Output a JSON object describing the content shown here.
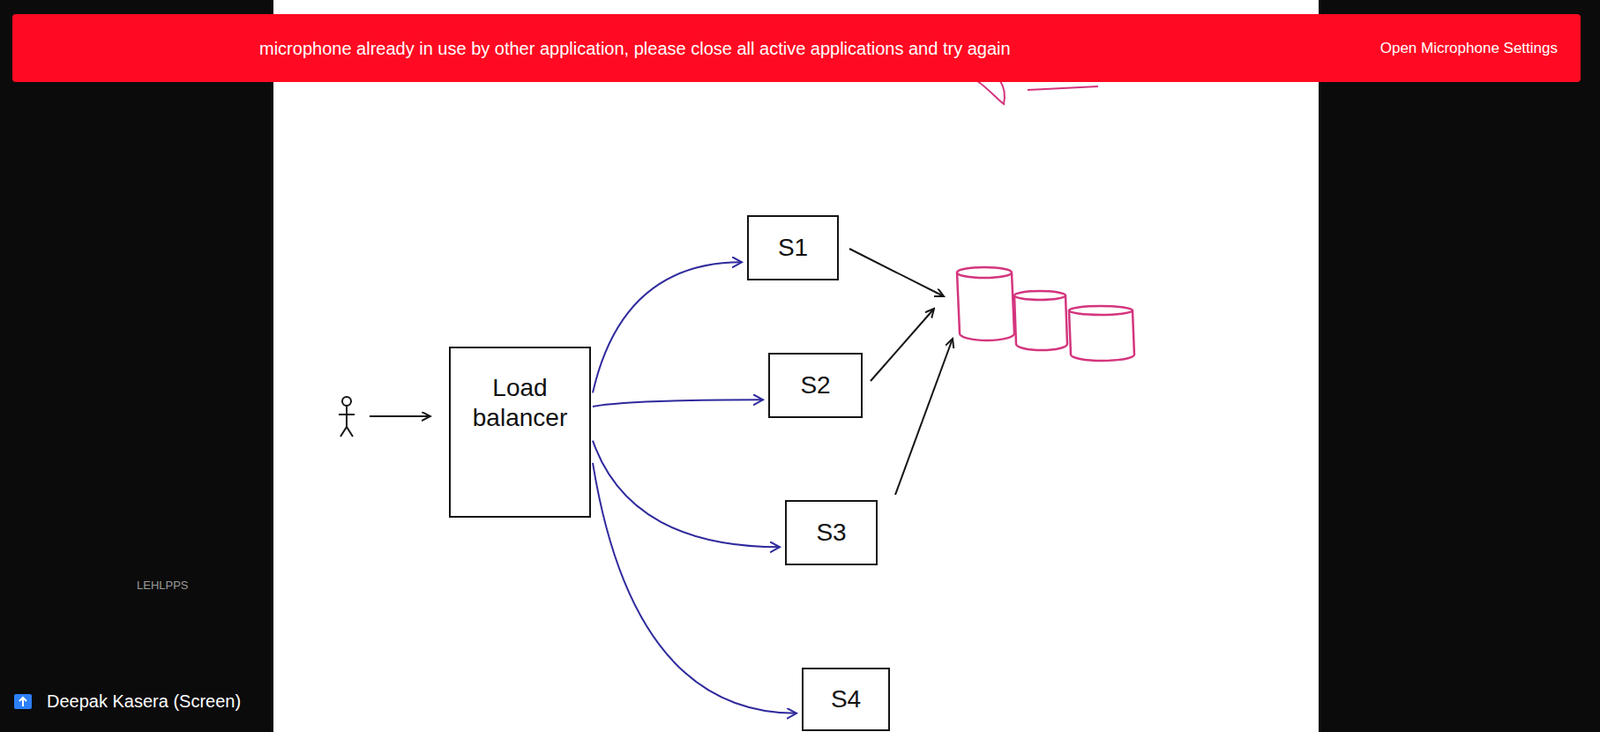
{
  "diagram": {
    "nodes": [
      {
        "text": [
          "microphone already in use by other application, please close all active applications and try again",
          "Open Microphone Settings"
        ]
      },
      {
        "text": [
          "Load balancer"
        ]
      },
      {
        "text": [
          "S1"
        ]
      },
      {
        "text": [
          "S2"
        ]
      },
      {
        "text": [
          "S3"
        ]
      },
      {
        "text": [
          "S4"
        ]
      }
    ],
    "edges": [
      {
        "from": 1,
        "to": 2,
        "arrow": "to"
      },
      {
        "from": 1,
        "to": 3,
        "arrow": "to"
      },
      {
        "from": 1,
        "to": 4,
        "arrow": "to"
      },
      {
        "from": 1,
        "to": 5,
        "arrow": "to"
      }
    ],
    "labels": [
      "LEHLPPS",
      "Deepak Kasera (Screen)"
    ]
  }
}
